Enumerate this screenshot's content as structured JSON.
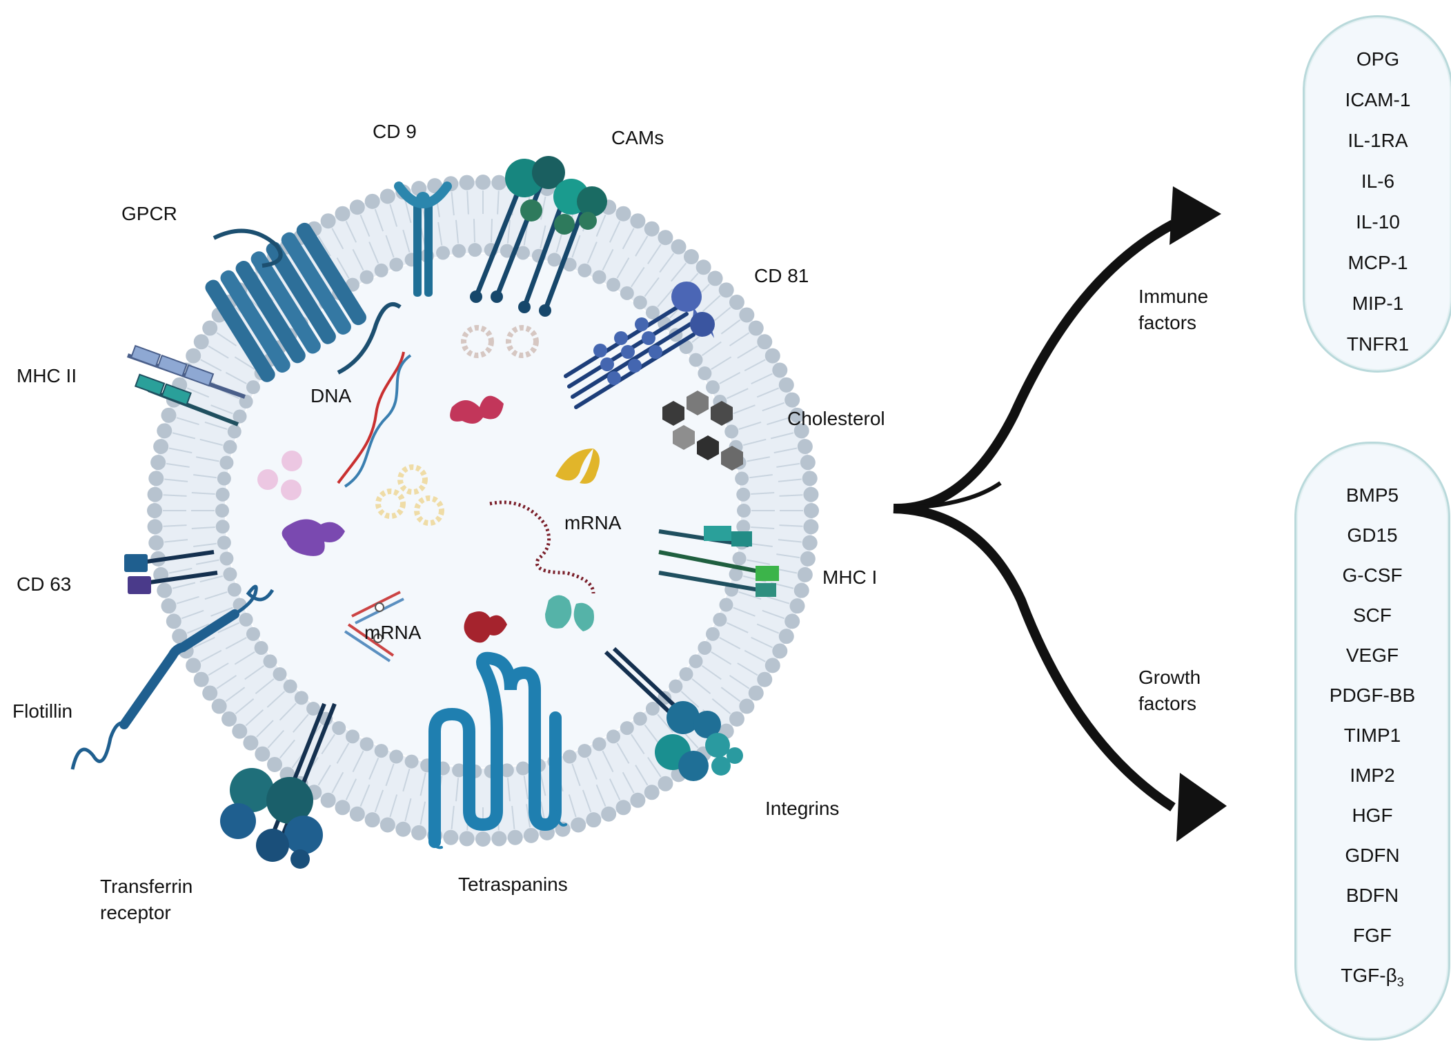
{
  "vesicle_labels": {
    "cd9": "CD 9",
    "cams": "CAMs",
    "gpcr": "GPCR",
    "cd81": "CD 81",
    "mhc2": "MHC II",
    "dna": "DNA",
    "cholesterol": "Cholesterol",
    "mrna_center": "mRNA",
    "mhc1": "MHC I",
    "cd63": "CD 63",
    "mrna_lower": "mRNA",
    "flotillin": "Flotillin",
    "integrins": "Integrins",
    "transferrin_1": "Transferrin",
    "transferrin_2": "receptor",
    "tetraspanins": "Tetraspanins"
  },
  "arrows": {
    "immune_1": "Immune",
    "immune_2": "factors",
    "growth_1": "Growth",
    "growth_2": "factors"
  },
  "immune_factors": [
    "OPG",
    "ICAM-1",
    "IL-1RA",
    "IL-6",
    "IL-10",
    "MCP-1",
    "MIP-1",
    "TNFR1"
  ],
  "growth_factors": {
    "items": [
      "BMP5",
      "GD15",
      "G-CSF",
      "SCF",
      "VEGF",
      "PDGF-BB",
      "TIMP1",
      "IMP2",
      "HGF",
      "GDFN",
      "BDFN",
      "FGF"
    ],
    "last_base": "TGF-β",
    "last_sub": "3"
  },
  "colors": {
    "membrane_head": "#b7c3cf",
    "lumen": "#f4f8fc",
    "arrow": "#111111",
    "pill_border": "#b9d9db"
  }
}
